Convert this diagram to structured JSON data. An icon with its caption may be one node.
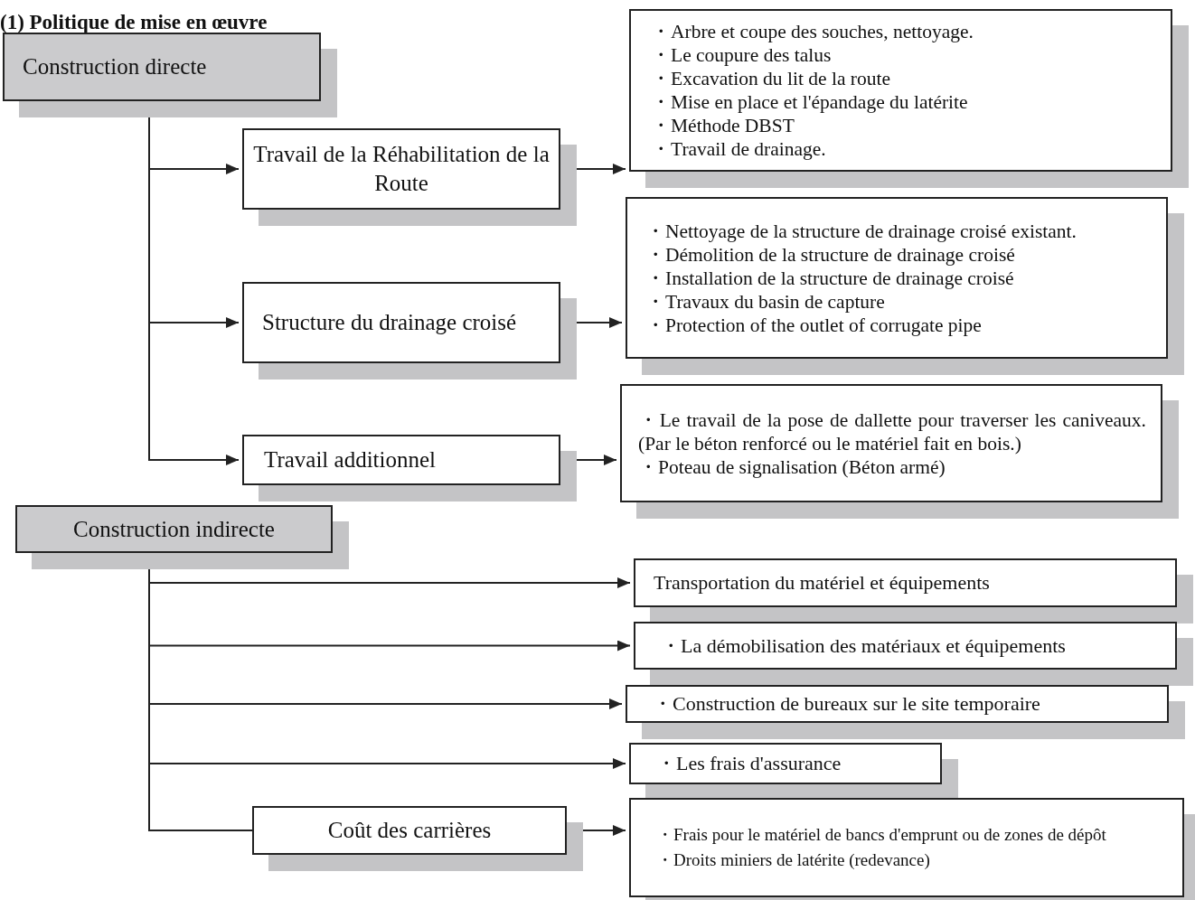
{
  "diagram": {
    "title": "(1) Politique de mise en œuvre",
    "nodes": [
      {
        "text": [
          "Construction directe"
        ]
      },
      {
        "text": [
          "Travail de la Réhabilitation de la Route"
        ]
      },
      {
        "text": [
          "Structure du drainage croisé"
        ]
      },
      {
        "text": [
          "Travail additionnel"
        ]
      },
      {
        "text": [
          "・Arbre et coupe des souches, nettoyage.",
          "・Le coupure des talus",
          "・Excavation du lit de la route",
          "・Mise en place et l'épandage du latérite",
          "・Méthode DBST",
          "・Travail de drainage."
        ]
      },
      {
        "text": [
          "・Nettoyage de la structure de drainage croisé existant.",
          "・Démolition de la structure de drainage croisé",
          "・Installation de la structure de drainage croisé",
          "・Travaux du basin de capture",
          "・Protection of the outlet of corrugate pipe"
        ]
      },
      {
        "text": [
          "・Le travail de la pose de dallette pour traverser les caniveaux. (Par le béton renforcé ou le matériel fait en bois.)",
          "・Poteau de signalisation (Béton armé)"
        ]
      },
      {
        "text": [
          "Construction indirecte"
        ]
      },
      {
        "text": [
          "Transportation du matériel et équipements"
        ]
      },
      {
        "text": [
          "・La démobilisation des matériaux et équipements"
        ]
      },
      {
        "text": [
          "・Construction de bureaux sur le site temporaire"
        ]
      },
      {
        "text": [
          "・Les frais d'assurance"
        ]
      },
      {
        "text": [
          "Coût des carrières"
        ]
      },
      {
        "text": [
          "・Frais pour le matériel de bancs d'emprunt ou de zones de dépôt",
          "・Droits miniers de latérite (redevance)"
        ]
      }
    ],
    "edges": [
      {
        "from": 0,
        "to": 1,
        "arrow": "to"
      },
      {
        "from": 0,
        "to": 2,
        "arrow": "to"
      },
      {
        "from": 0,
        "to": 3,
        "arrow": "to"
      },
      {
        "from": 1,
        "to": 4,
        "arrow": "to"
      },
      {
        "from": 2,
        "to": 5,
        "arrow": "to"
      },
      {
        "from": 3,
        "to": 6,
        "arrow": "to"
      },
      {
        "from": 7,
        "to": 8,
        "arrow": "to"
      },
      {
        "from": 7,
        "to": 9,
        "arrow": "to"
      },
      {
        "from": 7,
        "to": 10,
        "arrow": "to"
      },
      {
        "from": 7,
        "to": 11,
        "arrow": "to"
      },
      {
        "from": 7,
        "to": 12,
        "arrow": "none"
      },
      {
        "from": 12,
        "to": 13,
        "arrow": "to"
      }
    ]
  }
}
